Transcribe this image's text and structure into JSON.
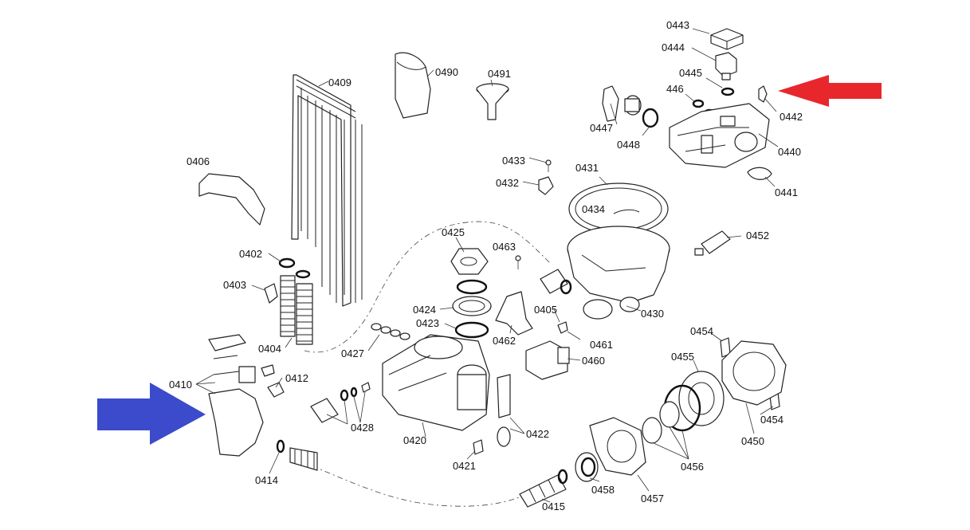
{
  "arrows": {
    "red": {
      "color": "#e8272c",
      "points_to": "0442"
    },
    "blue": {
      "color": "#3b4bcc",
      "points_to": "0410"
    }
  },
  "labels": {
    "p0443": "0443",
    "p0444": "0444",
    "p0445": "0445",
    "p446": "446",
    "p0442": "0442",
    "p0447": "0447",
    "p0448": "0448",
    "p0440": "0440",
    "p0441": "0441",
    "p0409": "0409",
    "p0490": "0490",
    "p0491": "0491",
    "p0406": "0406",
    "p0433": "0433",
    "p0432": "0432",
    "p0431": "0431",
    "p0434": "0434",
    "p0452": "0452",
    "p0425": "0425",
    "p0463": "0463",
    "p0402": "0402",
    "p0403": "0403",
    "p0424": "0424",
    "p0405": "0405",
    "p0423": "0423",
    "p0430": "0430",
    "p0404": "0404",
    "p0427": "0427",
    "p0462": "0462",
    "p0461": "0461",
    "p0454a": "0454",
    "p0455": "0455",
    "p0460": "0460",
    "p0410": "0410",
    "p0412": "0412",
    "p0428": "0428",
    "p0420": "0420",
    "p0422": "0422",
    "p0454b": "0454",
    "p0450": "0450",
    "p0421": "0421",
    "p0456": "0456",
    "p0414": "0414",
    "p0458": "0458",
    "p0457": "0457",
    "p0415": "0415"
  }
}
